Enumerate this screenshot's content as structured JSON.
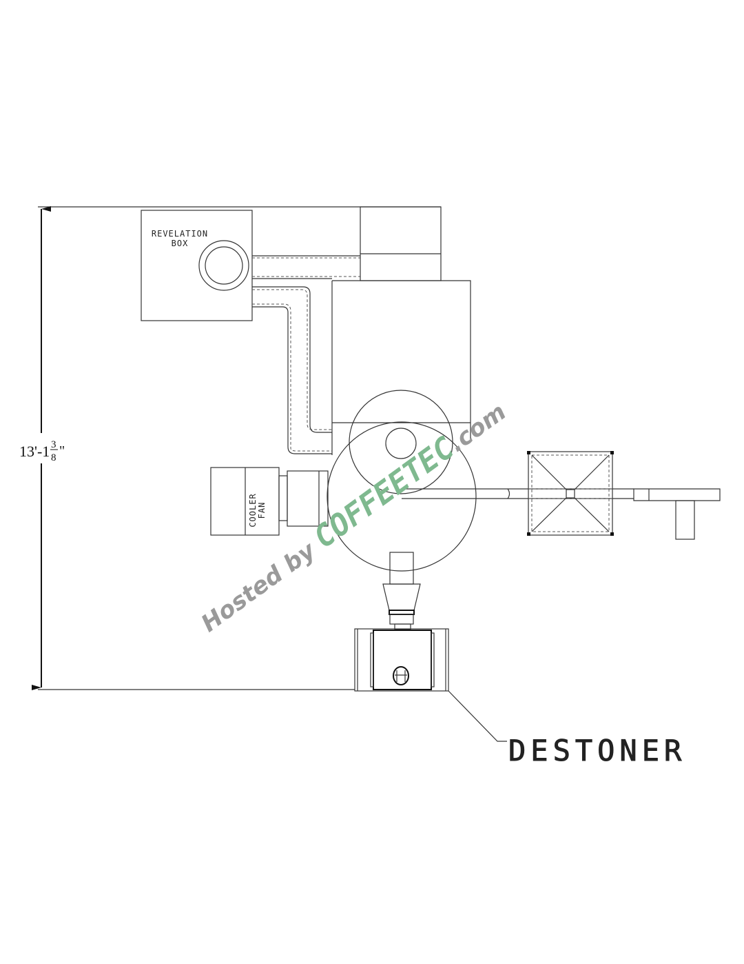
{
  "drawing": {
    "labels": {
      "revelation_box_line1": "REVELATION",
      "revelation_box_line2": "BOX",
      "cooler_fan_line1": "COOLER",
      "cooler_fan_line2": "FAN",
      "destoner": "DESTONER"
    },
    "dimension": {
      "whole": "13'-1",
      "numerator": "3",
      "denominator": "8",
      "unit": "\""
    }
  },
  "watermark": {
    "prefix": "Hosted by ",
    "brand": "COFFEETEC",
    "suffix": ".com",
    "brand_color": "#7fb98f",
    "text_color": "#9a9a9a"
  }
}
